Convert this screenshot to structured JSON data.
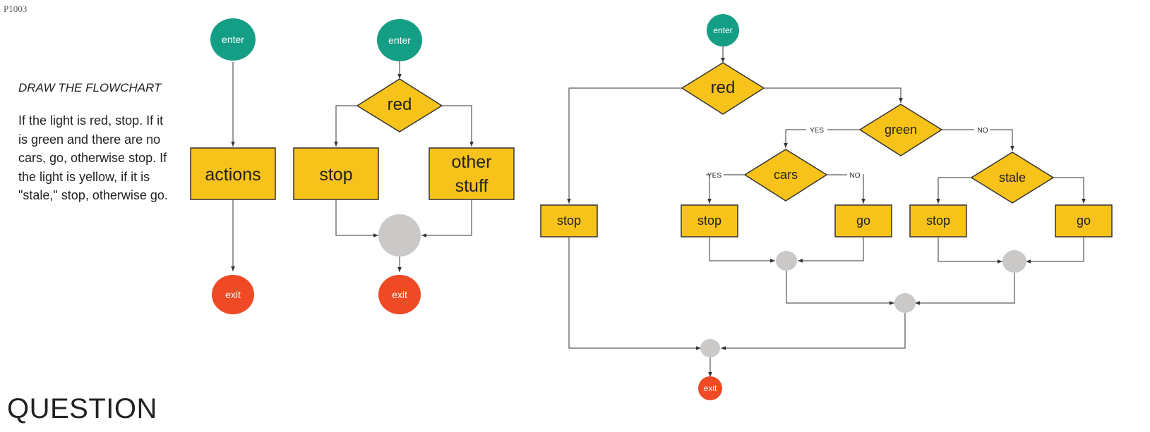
{
  "page_id": "P1003",
  "instructions": {
    "title": "DRAW THE FLOWCHART",
    "body": "If the light is red, stop. If it is green and there are no cars, go, otherwise stop. If the light is yellow,  if it is \"stale,\" stop, otherwise go."
  },
  "question_label": "QUESTION",
  "colors": {
    "box": "#f7c21a",
    "enter": "#159e86",
    "exit": "#ef4a25",
    "merge": "#cbc8c8"
  },
  "flow1": {
    "enter": "enter",
    "actions": "actions",
    "exit": "exit"
  },
  "flow2": {
    "enter": "enter",
    "red": "red",
    "stop": "stop",
    "other_stuff_line1": "other",
    "other_stuff_line2": "stuff",
    "exit": "exit"
  },
  "flow3": {
    "enter": "enter",
    "red": "red",
    "green": "green",
    "cars": "cars",
    "stale": "stale",
    "stop_red": "stop",
    "stop_cars": "stop",
    "go_cars": "go",
    "stop_stale": "stop",
    "go_stale": "go",
    "yes_green": "YES",
    "no_green": "NO",
    "yes_cars": "YES",
    "no_cars": "NO",
    "exit": "exit"
  }
}
